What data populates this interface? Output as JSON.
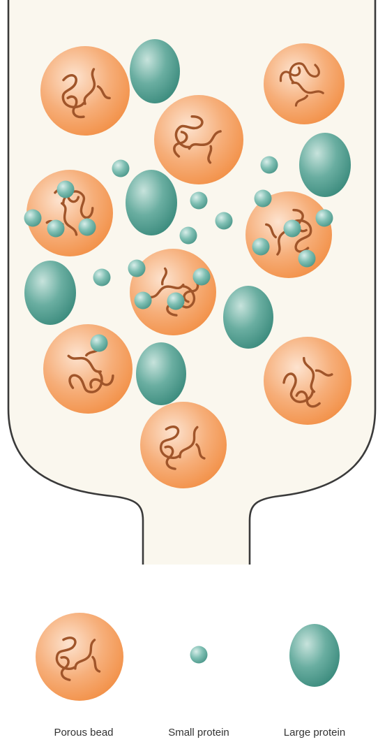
{
  "diagram": {
    "colors": {
      "background": "#ffffff",
      "column_fill": "#faf7ee",
      "column_outline": "#3a3a3a",
      "bead_light": "#fde3cf",
      "bead_mid": "#f6ae79",
      "bead_dark": "#f28f45",
      "bead_strand": "#a0552a",
      "large_protein_light": "#c7e3dc",
      "large_protein_mid": "#6aaea1",
      "large_protein_dark": "#3a8a7c",
      "small_protein_light": "#d9eeea",
      "small_protein_mid": "#7fbfb3",
      "small_protein_dark": "#4a9689"
    },
    "legend": [
      {
        "key": "bead",
        "label": "Porous bead"
      },
      {
        "key": "small",
        "label": "Small protein"
      },
      {
        "key": "large",
        "label": "Large protein"
      }
    ]
  }
}
